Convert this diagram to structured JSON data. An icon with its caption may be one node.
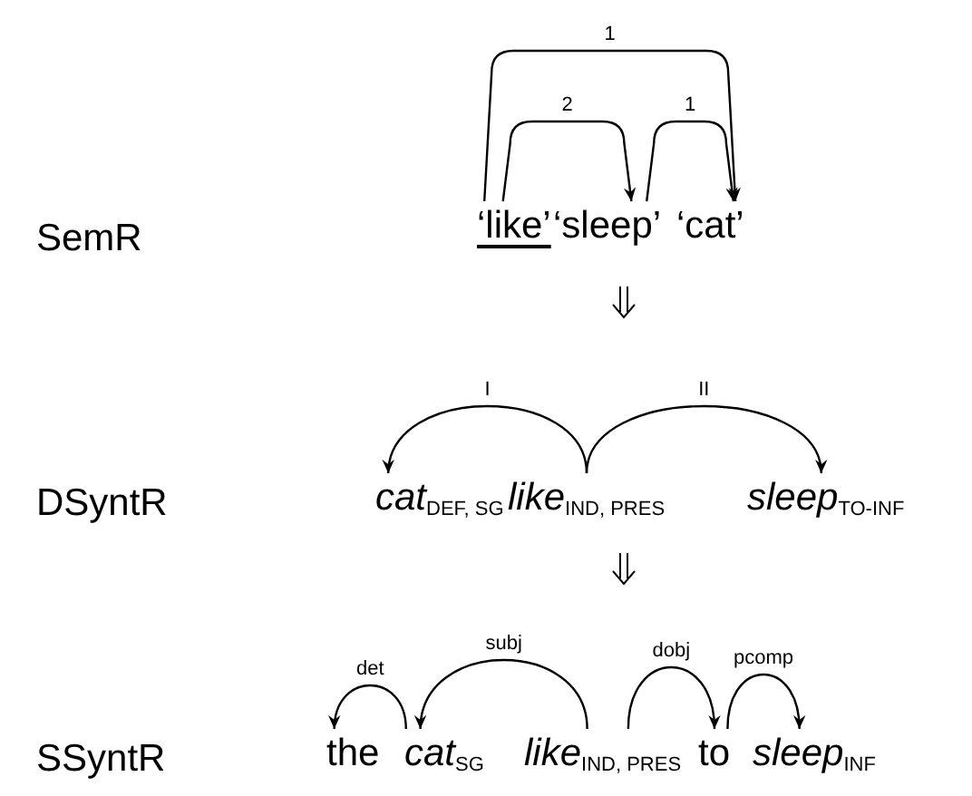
{
  "diagram": {
    "nodes": [
      {
        "text": [
          "‘like’"
        ]
      },
      {
        "text": [
          "‘sleep’"
        ]
      },
      {
        "text": [
          "‘cat’"
        ]
      },
      {
        "text": [
          "*cat*$_{DEF, SG}$"
        ]
      },
      {
        "text": [
          "*like*$_{IND, PRES}$"
        ]
      },
      {
        "text": [
          "*sleep*$_{TO-INF}$"
        ]
      },
      {
        "text": [
          "the"
        ]
      },
      {
        "text": [
          "*cat*$_{SG}$"
        ]
      },
      {
        "text": [
          "*like*$_{IND, PRES}$"
        ]
      },
      {
        "text": [
          "to"
        ]
      },
      {
        "text": [
          "*sleep*$_{INF}$"
        ]
      }
    ],
    "edges": [
      {
        "from": 0,
        "to": 1,
        "arrow": "to",
        "label": "2"
      },
      {
        "from": 1,
        "to": 2,
        "arrow": "to",
        "label": "1"
      },
      {
        "from": 0,
        "to": 2,
        "arrow": "to",
        "label": "1"
      },
      {
        "from": 4,
        "to": 3,
        "arrow": "to",
        "label": "I"
      },
      {
        "from": 4,
        "to": 5,
        "arrow": "to",
        "label": "II"
      },
      {
        "from": 7,
        "to": 6,
        "arrow": "to",
        "label": "det"
      },
      {
        "from": 8,
        "to": 7,
        "arrow": "to",
        "label": "subj"
      },
      {
        "from": 8,
        "to": 9,
        "arrow": "to",
        "label": "dobj"
      },
      {
        "from": 9,
        "to": 10,
        "arrow": "to",
        "label": "pcomp"
      }
    ],
    "labels": [
      "SemR",
      "DSyntR",
      "SSyntR"
    ]
  }
}
